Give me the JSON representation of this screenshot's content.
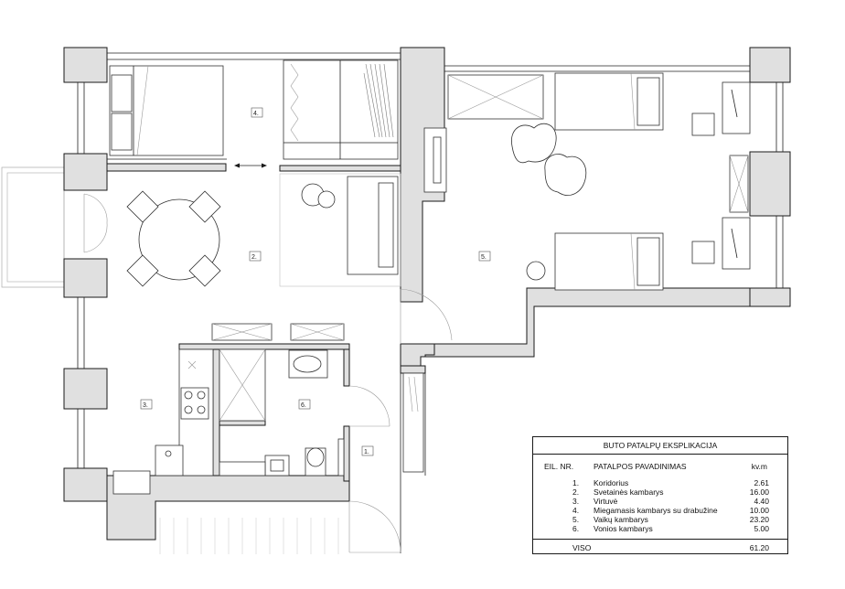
{
  "rooms": [
    {
      "no": "1.",
      "name": "Koridorius",
      "area": "2.61"
    },
    {
      "no": "2.",
      "name": "Svetainės kambarys",
      "area": "16.00"
    },
    {
      "no": "3.",
      "name": "Virtuvė",
      "area": "4.40"
    },
    {
      "no": "4.",
      "name": "Miegamasis kambarys su drabužine",
      "area": "10.00"
    },
    {
      "no": "5.",
      "name": "Vaikų kambarys",
      "area": "23.20"
    },
    {
      "no": "6.",
      "name": "Vonios kambarys",
      "area": "5.00"
    }
  ],
  "legend": {
    "title": "BUTO PATALPŲ EKSPLIKACIJA",
    "col_no": "EIL. NR.",
    "col_name": "PATALPOS PAVADINIMAS",
    "col_area": "kv.m",
    "total_label": "VISO",
    "total_value": "61.20"
  },
  "plan_labels": {
    "room1": "1.",
    "room2": "2.",
    "room3": "3.",
    "room4": "4.",
    "room5": "5.",
    "room6": "6."
  },
  "colors": {
    "wall_fill": "#e0e0e0",
    "line": "#1a1a1a"
  }
}
